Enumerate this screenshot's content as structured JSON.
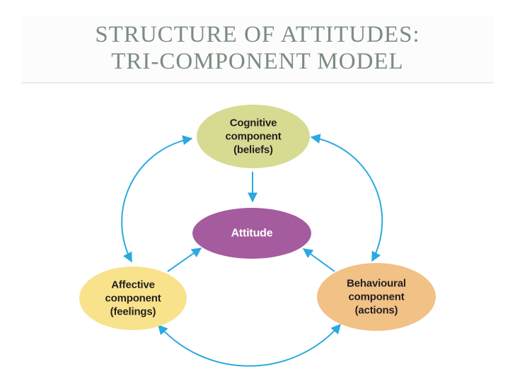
{
  "title": {
    "lines": [
      "STRUCTURE OF ATTITUDES:",
      "TRI-COMPONENT MODEL"
    ],
    "color": "#7c8b81"
  },
  "diagram": {
    "arrow_color": "#2aa9e0",
    "nodes": {
      "cognitive": {
        "lines": [
          "Cognitive",
          "component",
          "(beliefs)"
        ],
        "fill": "#d7db92",
        "text_color": "#231f20"
      },
      "attitude": {
        "lines": [
          "Attitude"
        ],
        "fill": "#a55c9e",
        "text_color": "#ffffff"
      },
      "affective": {
        "lines": [
          "Affective",
          "component",
          "(feelings)"
        ],
        "fill": "#f8e38c",
        "text_color": "#231f20"
      },
      "behavioural": {
        "lines": [
          "Behavioural",
          "component",
          "(actions)"
        ],
        "fill": "#f2c186",
        "text_color": "#231f20"
      }
    },
    "relations": [
      {
        "from": "cognitive",
        "to": "attitude",
        "arrows": "single"
      },
      {
        "from": "affective",
        "to": "attitude",
        "arrows": "single"
      },
      {
        "from": "behavioural",
        "to": "attitude",
        "arrows": "single"
      },
      {
        "from": "affective",
        "to": "cognitive",
        "arrows": "double"
      },
      {
        "from": "cognitive",
        "to": "behavioural",
        "arrows": "double"
      },
      {
        "from": "affective",
        "to": "behavioural",
        "arrows": "double"
      }
    ]
  }
}
